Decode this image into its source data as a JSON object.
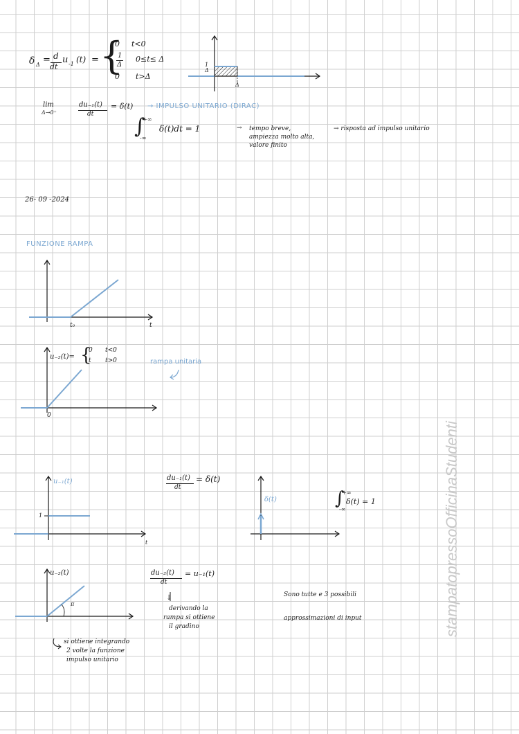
{
  "dirac": {
    "lhs": "δ",
    "lhs_sub": "Δ",
    "eq": "=",
    "d": "d",
    "u": "u",
    "u_sub": "-1",
    "u_arg": "(t)",
    "dt": "dt",
    "eq2": "=",
    "case1_val": "0",
    "case1_cond": "t<0",
    "case2_num": "1",
    "case2_den": "Δ",
    "case2_cond": "0≤t≤ Δ",
    "case3_val": "0",
    "case3_cond": "t>Δ",
    "graph_y_label_num": "1",
    "graph_y_label_den": "Δ",
    "graph_x_label": "Δ"
  },
  "limit": {
    "lim": "lim",
    "lim_sub": "Δ→0⁺",
    "frac_num": "du₋₁(t)",
    "frac_den": "dt",
    "eq": "= δ(t)",
    "arrow_text": "→ IMPULSO UNITARIO   (DIRAC)",
    "integral_upper": "+∞",
    "integral_lower": "-∞",
    "integral_body": "δ(t)dt = 1",
    "note_arrow": "→",
    "note_line1": "tempo breve,",
    "note_line2": "ampiezza molto alta,",
    "note_line3": "valore finito",
    "note2": "→ risposta ad impulso unitario"
  },
  "date": "26- 09 -2024",
  "rampa": {
    "title": "FUNZIONE RAMPA",
    "t0_label": "t₀",
    "t_label": "t"
  },
  "rampa_unitaria": {
    "def_lhs": "u₋₂(t)=",
    "case1_val": "0",
    "case1_cond": "t<0",
    "case2_val": "t",
    "case2_cond": "t>0",
    "label": "rampa unitaria",
    "origin_label": "0"
  },
  "step": {
    "y_label": "u₋₁(t)",
    "level_label": "1",
    "x_label": "t",
    "deriv_num": "du₋₁(t)",
    "deriv_den": "dt",
    "deriv_eq": "= δ(t)"
  },
  "impulse": {
    "label": "δ(t)",
    "integral_upper": "+∞",
    "integral_lower": "-∞",
    "integral_body": "δ(t) = 1"
  },
  "ramp2": {
    "y_label": "u₋₂(t)",
    "angle_label": "π",
    "deriv_num": "du₋₂(t)",
    "deriv_den": "dt",
    "deriv_eq": "= u₋₁(t)",
    "arrow": "↓",
    "deriv_note1": "derivando la",
    "deriv_note2": "rampa si ottiene",
    "deriv_note3": "il gradino",
    "note_line1": "si ottiene integrando",
    "note_line2": "2 volte la funzione",
    "note_line3": "impulso unitario"
  },
  "approx": {
    "line1": "Sono tutte e 3 possibili",
    "line2": "approssimazioni di input"
  },
  "watermark": "stampatopressoOfficinaStudenti",
  "colors": {
    "ink": "#1a1a1a",
    "blue": "#7ba7d1",
    "grid": "#cfcfcf",
    "watermark": "#c8c8c8"
  }
}
